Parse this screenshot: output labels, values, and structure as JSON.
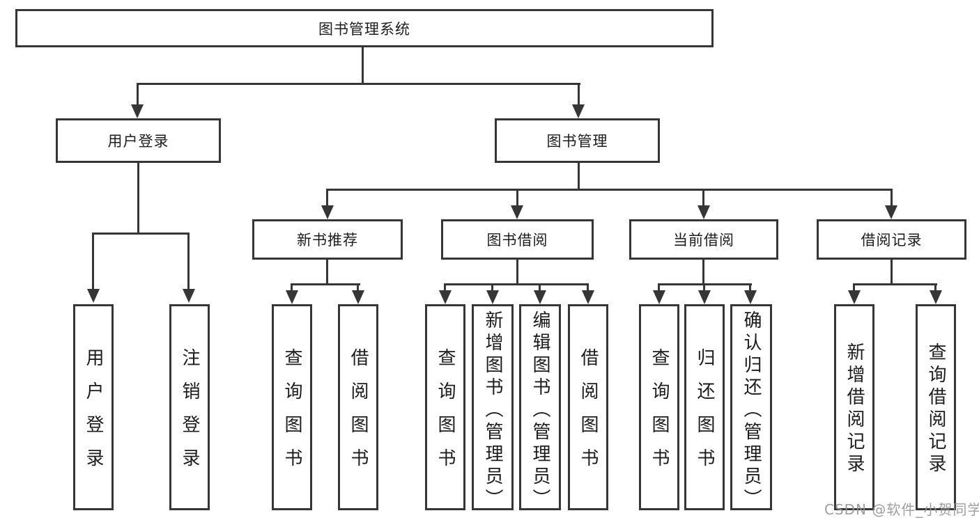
{
  "diagram": {
    "root": {
      "label": "图书管理系统"
    },
    "branches": [
      {
        "label": "用户登录"
      },
      {
        "label": "图书管理"
      }
    ],
    "categories": [
      {
        "label": "新书推荐"
      },
      {
        "label": "图书借阅"
      },
      {
        "label": "当前借阅"
      },
      {
        "label": "借阅记录"
      }
    ],
    "leaves": [
      {
        "label": "用户登录",
        "parent": "用户登录"
      },
      {
        "label": "注销登录",
        "parent": "用户登录"
      },
      {
        "label": "查询图书",
        "parent": "新书推荐"
      },
      {
        "label": "借阅图书",
        "parent": "新书推荐"
      },
      {
        "label": "查询图书",
        "parent": "图书借阅"
      },
      {
        "label": "新增图书（管理员）",
        "parent": "图书借阅"
      },
      {
        "label": "编辑图书（管理员）",
        "parent": "图书借阅"
      },
      {
        "label": "借阅图书",
        "parent": "图书借阅"
      },
      {
        "label": "查询图书",
        "parent": "当前借阅"
      },
      {
        "label": "归还图书",
        "parent": "当前借阅"
      },
      {
        "label": "确认归还（管理员）",
        "parent": "当前借阅"
      },
      {
        "label": "新增借阅记录",
        "parent": "借阅记录"
      },
      {
        "label": "查询借阅记录",
        "parent": "借阅记录"
      }
    ]
  },
  "watermark": {
    "text": "CSDN @软件_小贺同学"
  },
  "colors": {
    "line": "#363636",
    "text": "#1c1c1c",
    "box_background": "#ffffff",
    "page_background": "#ffffff",
    "watermark": "#949494"
  }
}
